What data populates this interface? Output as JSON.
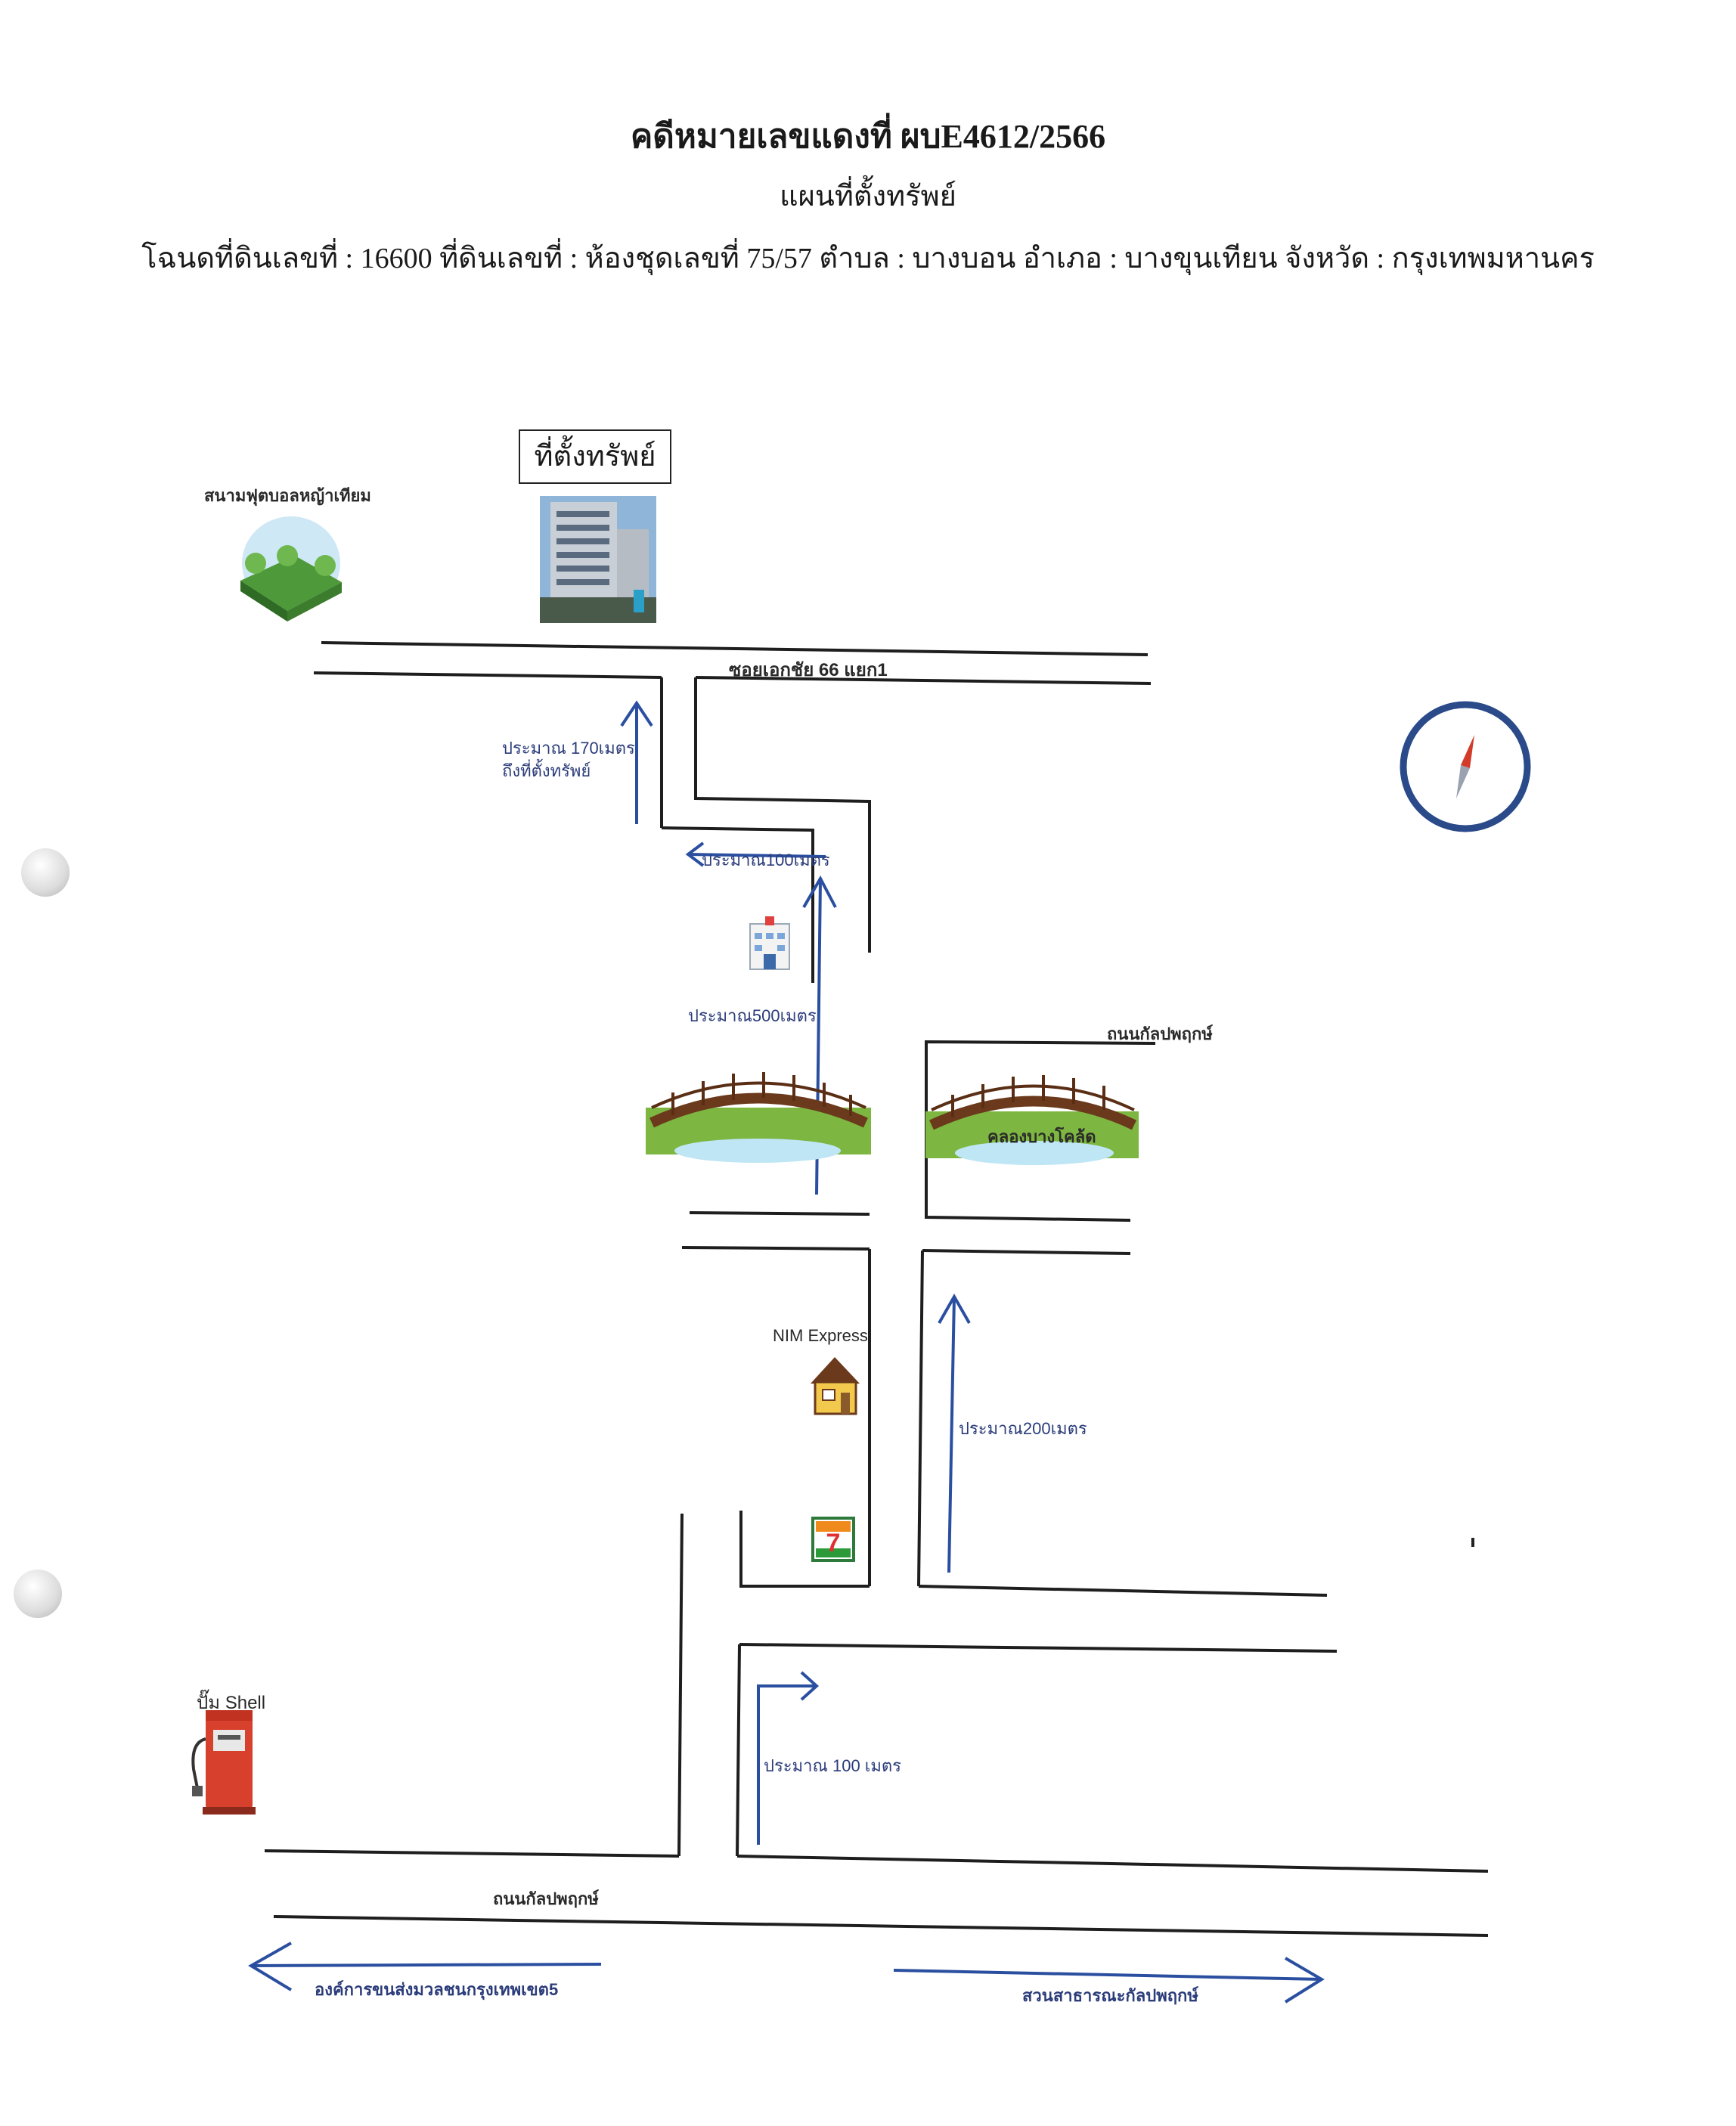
{
  "header": {
    "case_title": "คดีหมายเลขแดงที่ ผบE4612/2566",
    "subtitle": "แผนที่ตั้งทรัพย์",
    "deed_line": "โฉนดที่ดินเลขที่ : 16600 ที่ดินเลขที่ : ห้องชุดเลขที่ 75/57 ตำบล : บางบอน อำเภอ : บางขุนเทียน จังหวัด : กรุงเทพมหานคร"
  },
  "map": {
    "property_label": "ที่ตั้งทรัพย์",
    "landmarks": {
      "football_field": "สนามฟุตบอลหญ้าเทียม",
      "nim_express": "NIM Express",
      "shell_pump": "ปั๊ม Shell",
      "canal": "คลองบางโคล้ด"
    },
    "roads": {
      "soi": "ซอยเอกชัย 66 แยก1",
      "road_upper": "ถนนกัลปพฤกษ์",
      "road_lower": "ถนนกัลปพฤกษ์"
    },
    "distances": {
      "d170_line1": "ประมาณ 170เมตร",
      "d170_line2": "ถึงที่ตั้งทรัพย์",
      "d100_top": "ประมาณ100เมตร",
      "d500": "ประมาณ500เมตร",
      "d200": "ประมาณ200เมตร",
      "d100_bottom": "ประมาณ 100 เมตร"
    },
    "destinations": {
      "left": "องค์การขนส่งมวลชนกรุงเทพเขต5",
      "right": "สวนสาธารณะกัลปพฤกษ์"
    },
    "icons": [
      "football-field-icon",
      "building-photo-icon",
      "hospital-icon",
      "bridge-icon",
      "house-icon",
      "seven-eleven-icon",
      "fuel-pump-icon",
      "compass-icon"
    ],
    "colors": {
      "arrow_blue": "#2b4fa0",
      "compass_blue": "#2a4a8a",
      "compass_red": "#d23a2a",
      "road_black": "#1e1e1e"
    }
  }
}
